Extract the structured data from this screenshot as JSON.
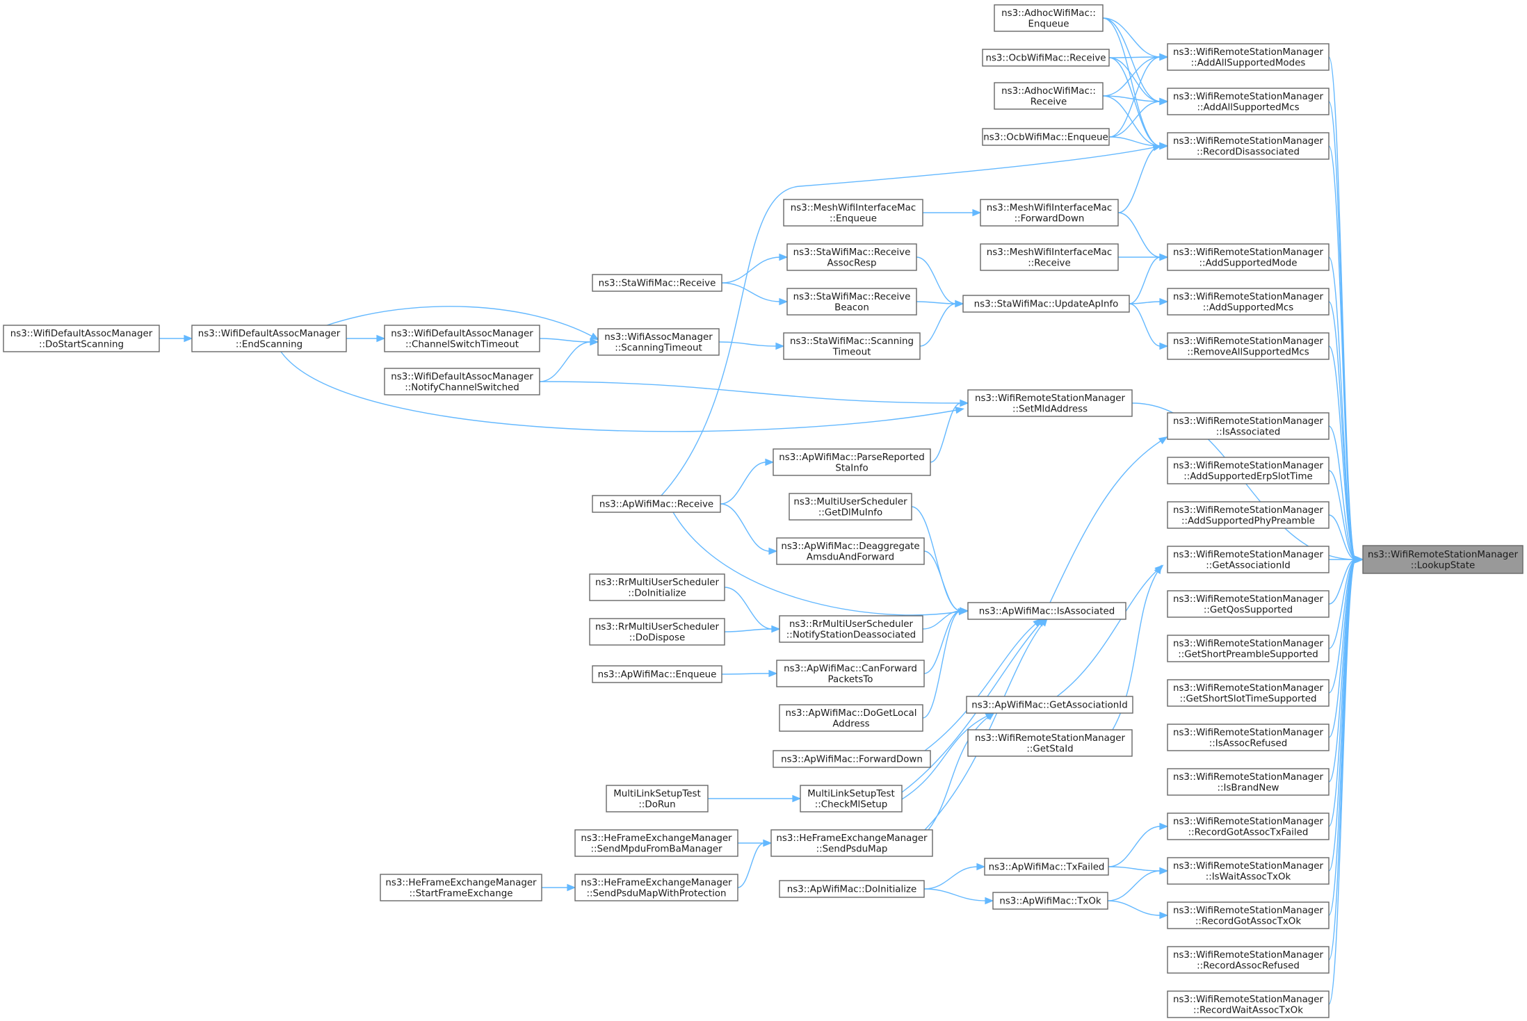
{
  "graph": {
    "nodes": [
      {
        "id": "root",
        "lines": [
          "ns3::WifiRemoteStationManager",
          "::LookupState"
        ],
        "root": true
      },
      {
        "id": "addAllSupportedModes",
        "lines": [
          "ns3::WifiRemoteStationManager",
          "::AddAllSupportedModes"
        ]
      },
      {
        "id": "addAllSupportedMcs",
        "lines": [
          "ns3::WifiRemoteStationManager",
          "::AddAllSupportedMcs"
        ]
      },
      {
        "id": "recordDisassociated",
        "lines": [
          "ns3::WifiRemoteStationManager",
          "::RecordDisassociated"
        ]
      },
      {
        "id": "addSupportedMode",
        "lines": [
          "ns3::WifiRemoteStationManager",
          "::AddSupportedMode"
        ]
      },
      {
        "id": "addSupportedMcs",
        "lines": [
          "ns3::WifiRemoteStationManager",
          "::AddSupportedMcs"
        ]
      },
      {
        "id": "removeAllSupportedMcs",
        "lines": [
          "ns3::WifiRemoteStationManager",
          "::RemoveAllSupportedMcs"
        ]
      },
      {
        "id": "setMldAddress",
        "lines": [
          "ns3::WifiRemoteStationManager",
          "::SetMldAddress"
        ]
      },
      {
        "id": "wrsmIsAssociated",
        "lines": [
          "ns3::WifiRemoteStationManager",
          "::IsAssociated"
        ]
      },
      {
        "id": "addSupportedErpSlotTime",
        "lines": [
          "ns3::WifiRemoteStationManager",
          "::AddSupportedErpSlotTime"
        ]
      },
      {
        "id": "addSupportedPhyPreamble",
        "lines": [
          "ns3::WifiRemoteStationManager",
          "::AddSupportedPhyPreamble"
        ]
      },
      {
        "id": "getAssociationIdWrsm",
        "lines": [
          "ns3::WifiRemoteStationManager",
          "::GetAssociationId"
        ]
      },
      {
        "id": "getQosSupported",
        "lines": [
          "ns3::WifiRemoteStationManager",
          "::GetQosSupported"
        ]
      },
      {
        "id": "getShortPreambleSupported",
        "lines": [
          "ns3::WifiRemoteStationManager",
          "::GetShortPreambleSupported"
        ]
      },
      {
        "id": "getShortSlotTimeSupported",
        "lines": [
          "ns3::WifiRemoteStationManager",
          "::GetShortSlotTimeSupported"
        ]
      },
      {
        "id": "isAssocRefused",
        "lines": [
          "ns3::WifiRemoteStationManager",
          "::IsAssocRefused"
        ]
      },
      {
        "id": "isBrandNew",
        "lines": [
          "ns3::WifiRemoteStationManager",
          "::IsBrandNew"
        ]
      },
      {
        "id": "recordGotAssocTxFailed",
        "lines": [
          "ns3::WifiRemoteStationManager",
          "::RecordGotAssocTxFailed"
        ]
      },
      {
        "id": "isWaitAssocTxOk",
        "lines": [
          "ns3::WifiRemoteStationManager",
          "::IsWaitAssocTxOk"
        ]
      },
      {
        "id": "recordGotAssocTxOk",
        "lines": [
          "ns3::WifiRemoteStationManager",
          "::RecordGotAssocTxOk"
        ]
      },
      {
        "id": "recordAssocRefused",
        "lines": [
          "ns3::WifiRemoteStationManager",
          "::RecordAssocRefused"
        ]
      },
      {
        "id": "recordWaitAssocTxOk",
        "lines": [
          "ns3::WifiRemoteStationManager",
          "::RecordWaitAssocTxOk"
        ]
      },
      {
        "id": "adhocEnqueue",
        "lines": [
          "ns3::AdhocWifiMac::",
          "Enqueue"
        ]
      },
      {
        "id": "ocbReceive",
        "lines": [
          "ns3::OcbWifiMac::Receive"
        ]
      },
      {
        "id": "adhocReceive",
        "lines": [
          "ns3::AdhocWifiMac::",
          "Receive"
        ]
      },
      {
        "id": "ocbEnqueue",
        "lines": [
          "ns3::OcbWifiMac::Enqueue"
        ]
      },
      {
        "id": "meshForwardDown",
        "lines": [
          "ns3::MeshWifiInterfaceMac",
          "::ForwardDown"
        ]
      },
      {
        "id": "meshEnqueue",
        "lines": [
          "ns3::MeshWifiInterfaceMac",
          "::Enqueue"
        ]
      },
      {
        "id": "meshReceive",
        "lines": [
          "ns3::MeshWifiInterfaceMac",
          "::Receive"
        ]
      },
      {
        "id": "staUpdateApInfo",
        "lines": [
          "ns3::StaWifiMac::UpdateApInfo"
        ]
      },
      {
        "id": "staReceiveAssocResp",
        "lines": [
          "ns3::StaWifiMac::Receive",
          "AssocResp"
        ]
      },
      {
        "id": "staReceiveBeacon",
        "lines": [
          "ns3::StaWifiMac::Receive",
          "Beacon"
        ]
      },
      {
        "id": "staScanningTimeout",
        "lines": [
          "ns3::StaWifiMac::Scanning",
          "Timeout"
        ]
      },
      {
        "id": "staReceive",
        "lines": [
          "ns3::StaWifiMac::Receive"
        ]
      },
      {
        "id": "assocScanningTimeout",
        "lines": [
          "ns3::WifiAssocManager",
          "::ScanningTimeout"
        ]
      },
      {
        "id": "channelSwitchTimeout",
        "lines": [
          "ns3::WifiDefaultAssocManager",
          "::ChannelSwitchTimeout"
        ]
      },
      {
        "id": "notifyChannelSwitched",
        "lines": [
          "ns3::WifiDefaultAssocManager",
          "::NotifyChannelSwitched"
        ]
      },
      {
        "id": "endScanning",
        "lines": [
          "ns3::WifiDefaultAssocManager",
          "::EndScanning"
        ]
      },
      {
        "id": "doStartScanning",
        "lines": [
          "ns3::WifiDefaultAssocManager",
          "::DoStartScanning"
        ]
      },
      {
        "id": "apParseReported",
        "lines": [
          "ns3::ApWifiMac::ParseReported",
          "StaInfo"
        ]
      },
      {
        "id": "apReceive",
        "lines": [
          "ns3::ApWifiMac::Receive"
        ]
      },
      {
        "id": "muGetDlMuInfo",
        "lines": [
          "ns3::MultiUserScheduler",
          "::GetDlMuInfo"
        ]
      },
      {
        "id": "apDeaggregate",
        "lines": [
          "ns3::ApWifiMac::Deaggregate",
          "AmsduAndForward"
        ]
      },
      {
        "id": "apIsAssociated",
        "lines": [
          "ns3::ApWifiMac::IsAssociated"
        ]
      },
      {
        "id": "rrDoInitialize",
        "lines": [
          "ns3::RrMultiUserScheduler",
          "::DoInitialize"
        ]
      },
      {
        "id": "rrDoDispose",
        "lines": [
          "ns3::RrMultiUserScheduler",
          "::DoDispose"
        ]
      },
      {
        "id": "rrNotifyDeassoc",
        "lines": [
          "ns3::RrMultiUserScheduler",
          "::NotifyStationDeassociated"
        ]
      },
      {
        "id": "apEnqueue",
        "lines": [
          "ns3::ApWifiMac::Enqueue"
        ]
      },
      {
        "id": "apCanForward",
        "lines": [
          "ns3::ApWifiMac::CanForward",
          "PacketsTo"
        ]
      },
      {
        "id": "apDoGetLocal",
        "lines": [
          "ns3::ApWifiMac::DoGetLocal",
          "Address"
        ]
      },
      {
        "id": "apForwardDown",
        "lines": [
          "ns3::ApWifiMac::ForwardDown"
        ]
      },
      {
        "id": "apGetAssociationId",
        "lines": [
          "ns3::ApWifiMac::GetAssociationId"
        ]
      },
      {
        "id": "wrsmGetStaId",
        "lines": [
          "ns3::WifiRemoteStationManager",
          "::GetStaId"
        ]
      },
      {
        "id": "mlsDoRun",
        "lines": [
          "MultiLinkSetupTest",
          "::DoRun"
        ]
      },
      {
        "id": "mlsCheckMlSetup",
        "lines": [
          "MultiLinkSetupTest",
          "::CheckMlSetup"
        ]
      },
      {
        "id": "heSendMpdu",
        "lines": [
          "ns3::HeFrameExchangeManager",
          "::SendMpduFromBaManager"
        ]
      },
      {
        "id": "heSendPsduMap",
        "lines": [
          "ns3::HeFrameExchangeManager",
          "::SendPsduMap"
        ]
      },
      {
        "id": "heStartFrameExchange",
        "lines": [
          "ns3::HeFrameExchangeManager",
          "::StartFrameExchange"
        ]
      },
      {
        "id": "heSendPsduMapProt",
        "lines": [
          "ns3::HeFrameExchangeManager",
          "::SendPsduMapWithProtection"
        ]
      },
      {
        "id": "apTxFailed",
        "lines": [
          "ns3::ApWifiMac::TxFailed"
        ]
      },
      {
        "id": "apDoInitialize",
        "lines": [
          "ns3::ApWifiMac::DoInitialize"
        ]
      },
      {
        "id": "apTxOk",
        "lines": [
          "ns3::ApWifiMac::TxOk"
        ]
      }
    ],
    "edges": [
      [
        "addAllSupportedModes",
        "root"
      ],
      [
        "addAllSupportedMcs",
        "root"
      ],
      [
        "recordDisassociated",
        "root"
      ],
      [
        "addSupportedMode",
        "root"
      ],
      [
        "addSupportedMcs",
        "root"
      ],
      [
        "removeAllSupportedMcs",
        "root"
      ],
      [
        "setMldAddress",
        "root"
      ],
      [
        "wrsmIsAssociated",
        "root"
      ],
      [
        "addSupportedErpSlotTime",
        "root"
      ],
      [
        "addSupportedPhyPreamble",
        "root"
      ],
      [
        "getAssociationIdWrsm",
        "root"
      ],
      [
        "getQosSupported",
        "root"
      ],
      [
        "getShortPreambleSupported",
        "root"
      ],
      [
        "getShortSlotTimeSupported",
        "root"
      ],
      [
        "isAssocRefused",
        "root"
      ],
      [
        "isBrandNew",
        "root"
      ],
      [
        "recordGotAssocTxFailed",
        "root"
      ],
      [
        "isWaitAssocTxOk",
        "root"
      ],
      [
        "recordGotAssocTxOk",
        "root"
      ],
      [
        "recordAssocRefused",
        "root"
      ],
      [
        "recordWaitAssocTxOk",
        "root"
      ],
      [
        "adhocEnqueue",
        "addAllSupportedModes"
      ],
      [
        "ocbReceive",
        "addAllSupportedModes"
      ],
      [
        "adhocReceive",
        "addAllSupportedModes"
      ],
      [
        "ocbEnqueue",
        "addAllSupportedModes"
      ],
      [
        "adhocEnqueue",
        "addAllSupportedMcs"
      ],
      [
        "ocbReceive",
        "addAllSupportedMcs"
      ],
      [
        "adhocReceive",
        "addAllSupportedMcs"
      ],
      [
        "ocbEnqueue",
        "addAllSupportedMcs"
      ],
      [
        "adhocEnqueue",
        "recordDisassociated"
      ],
      [
        "ocbReceive",
        "recordDisassociated"
      ],
      [
        "adhocReceive",
        "recordDisassociated"
      ],
      [
        "ocbEnqueue",
        "recordDisassociated"
      ],
      [
        "meshForwardDown",
        "recordDisassociated"
      ],
      [
        "apReceive",
        "recordDisassociated"
      ],
      [
        "meshEnqueue",
        "meshForwardDown"
      ],
      [
        "meshForwardDown",
        "addSupportedMode"
      ],
      [
        "meshReceive",
        "addSupportedMode"
      ],
      [
        "staUpdateApInfo",
        "addSupportedMode"
      ],
      [
        "staUpdateApInfo",
        "addSupportedMcs"
      ],
      [
        "staUpdateApInfo",
        "removeAllSupportedMcs"
      ],
      [
        "staReceiveAssocResp",
        "staUpdateApInfo"
      ],
      [
        "staReceiveBeacon",
        "staUpdateApInfo"
      ],
      [
        "staScanningTimeout",
        "staUpdateApInfo"
      ],
      [
        "staReceive",
        "staReceiveAssocResp"
      ],
      [
        "staReceive",
        "staReceiveBeacon"
      ],
      [
        "assocScanningTimeout",
        "staScanningTimeout"
      ],
      [
        "channelSwitchTimeout",
        "assocScanningTimeout"
      ],
      [
        "notifyChannelSwitched",
        "assocScanningTimeout"
      ],
      [
        "endScanning",
        "assocScanningTimeout"
      ],
      [
        "endScanning",
        "channelSwitchTimeout"
      ],
      [
        "doStartScanning",
        "endScanning"
      ],
      [
        "notifyChannelSwitched",
        "setMldAddress"
      ],
      [
        "endScanning",
        "setMldAddress"
      ],
      [
        "apParseReported",
        "setMldAddress"
      ],
      [
        "apReceive",
        "apParseReported"
      ],
      [
        "apIsAssociated",
        "wrsmIsAssociated"
      ],
      [
        "muGetDlMuInfo",
        "apIsAssociated"
      ],
      [
        "apDeaggregate",
        "apIsAssociated"
      ],
      [
        "apReceive",
        "apIsAssociated"
      ],
      [
        "rrNotifyDeassoc",
        "apIsAssociated"
      ],
      [
        "apCanForward",
        "apIsAssociated"
      ],
      [
        "apDoGetLocal",
        "apIsAssociated"
      ],
      [
        "apForwardDown",
        "apIsAssociated"
      ],
      [
        "mlsCheckMlSetup",
        "apIsAssociated"
      ],
      [
        "heSendPsduMap",
        "apIsAssociated"
      ],
      [
        "apReceive",
        "apDeaggregate"
      ],
      [
        "rrDoInitialize",
        "rrNotifyDeassoc"
      ],
      [
        "rrDoDispose",
        "rrNotifyDeassoc"
      ],
      [
        "apEnqueue",
        "apCanForward"
      ],
      [
        "apGetAssociationId",
        "getAssociationIdWrsm"
      ],
      [
        "wrsmGetStaId",
        "getAssociationIdWrsm"
      ],
      [
        "mlsCheckMlSetup",
        "apGetAssociationId"
      ],
      [
        "heSendPsduMap",
        "apGetAssociationId"
      ],
      [
        "mlsDoRun",
        "mlsCheckMlSetup"
      ],
      [
        "heSendMpdu",
        "heSendPsduMap"
      ],
      [
        "heSendPsduMapProt",
        "heSendPsduMap"
      ],
      [
        "heStartFrameExchange",
        "heSendPsduMapProt"
      ],
      [
        "apTxFailed",
        "recordGotAssocTxFailed"
      ],
      [
        "apTxFailed",
        "isWaitAssocTxOk"
      ],
      [
        "apTxOk",
        "isWaitAssocTxOk"
      ],
      [
        "apTxOk",
        "recordGotAssocTxOk"
      ],
      [
        "apDoInitialize",
        "apTxFailed"
      ],
      [
        "apDoInitialize",
        "apTxOk"
      ]
    ]
  },
  "colors": {
    "edge": "#63b8ff",
    "node_border": "#666666",
    "root_fill": "#999999"
  }
}
